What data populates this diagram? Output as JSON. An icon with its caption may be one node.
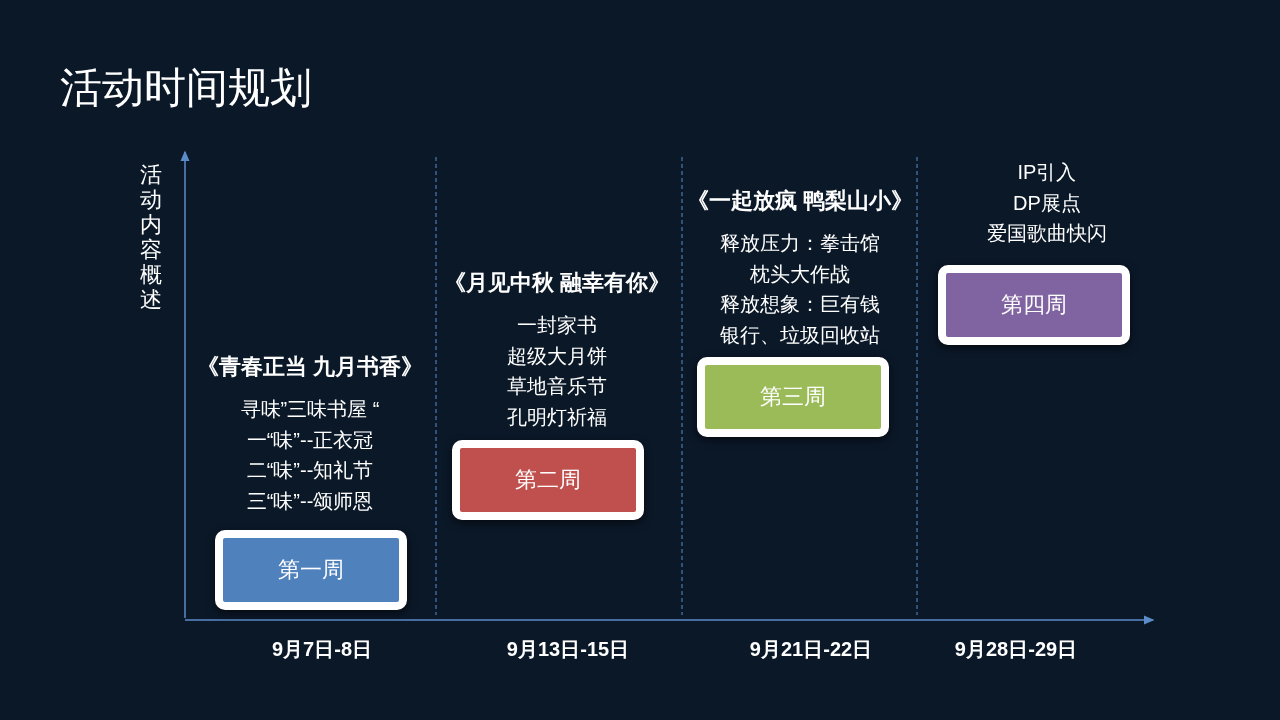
{
  "diagram": {
    "title": "活动时间规划",
    "nodes": [
      {
        "text": [
          "第一周"
        ],
        "beside": [
          "《青春正当 九月书香》",
          "寻味”三味书屋 “",
          "一“味”--正衣冠",
          "二“味”--知礼节",
          "三“味”--颂师恩"
        ]
      },
      {
        "text": [
          "第二周"
        ],
        "beside": [
          "《月见中秋 融幸有你》",
          "一封家书",
          "超级大月饼",
          "草地音乐节",
          "孔明灯祈福"
        ]
      },
      {
        "text": [
          "第三周"
        ],
        "beside": [
          "《一起放疯 鸭梨山小》",
          "释放压力：拳击馆",
          "枕头大作战",
          "释放想象：巨有钱",
          "银行、垃圾回收站"
        ]
      },
      {
        "text": [
          "第四周"
        ],
        "beside": [
          "IP引入",
          "DP展点",
          "爱国歌曲快闪"
        ]
      }
    ],
    "edges": [],
    "labels": [
      "活动内容概述",
      "9月7日-8日",
      "9月13日-15日",
      "9月21日-22日",
      "9月28日-29日"
    ]
  }
}
